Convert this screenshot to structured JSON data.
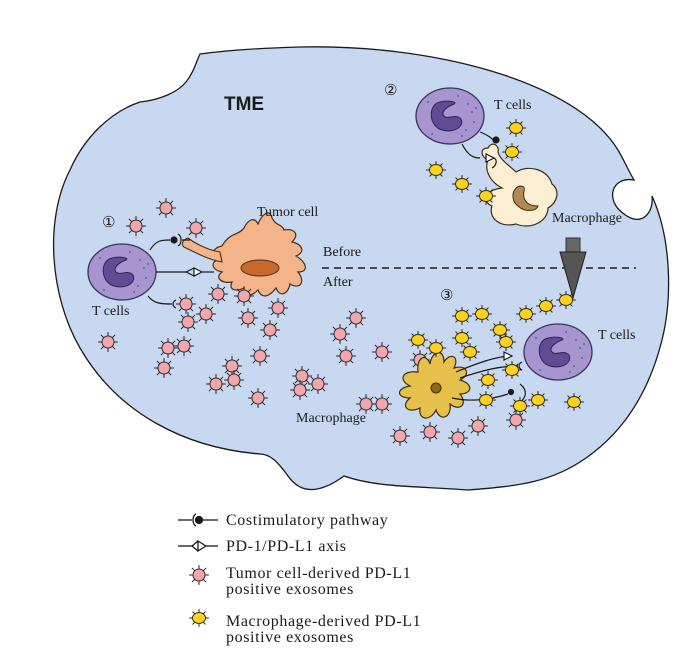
{
  "diagram": {
    "region_label": "TME",
    "panel_numbers": [
      "①",
      "②",
      "③"
    ],
    "labels": {
      "tumor_cell": "Tumor cell",
      "t_cells_1": "T cells",
      "t_cells_2": "T cells",
      "t_cells_3": "T cells",
      "macrophage_2": "Macrophage",
      "macrophage_3": "Macrophage",
      "before": "Before",
      "after": "After"
    }
  },
  "legend": {
    "items": [
      {
        "symbol": "costimulatory-icon",
        "lines": [
          "Costimulatory pathway"
        ]
      },
      {
        "symbol": "pd1-pdl1-icon",
        "lines": [
          "PD-1/PD-L1 axis"
        ]
      },
      {
        "symbol": "tumor-exosome-icon",
        "lines": [
          "Tumor cell-derived PD-L1",
          "positive exosomes"
        ]
      },
      {
        "symbol": "macrophage-exosome-icon",
        "lines": [
          "Macrophage-derived PD-L1",
          "positive exosomes"
        ]
      }
    ]
  },
  "colors": {
    "tme_fill": "#c7d8f0",
    "t_cell_fill": "#a795cf",
    "t_cell_nucleus": "#5e4c94",
    "tumor_cell_fill": "#f2b488",
    "tumor_nucleus": "#c76a2c",
    "tumor_exosome": "#f1a7ab",
    "macrophage_exosome": "#ffd21f",
    "macrophage_2_fill": "#fbeed2",
    "macrophage_3_fill": "#e7c04b"
  }
}
